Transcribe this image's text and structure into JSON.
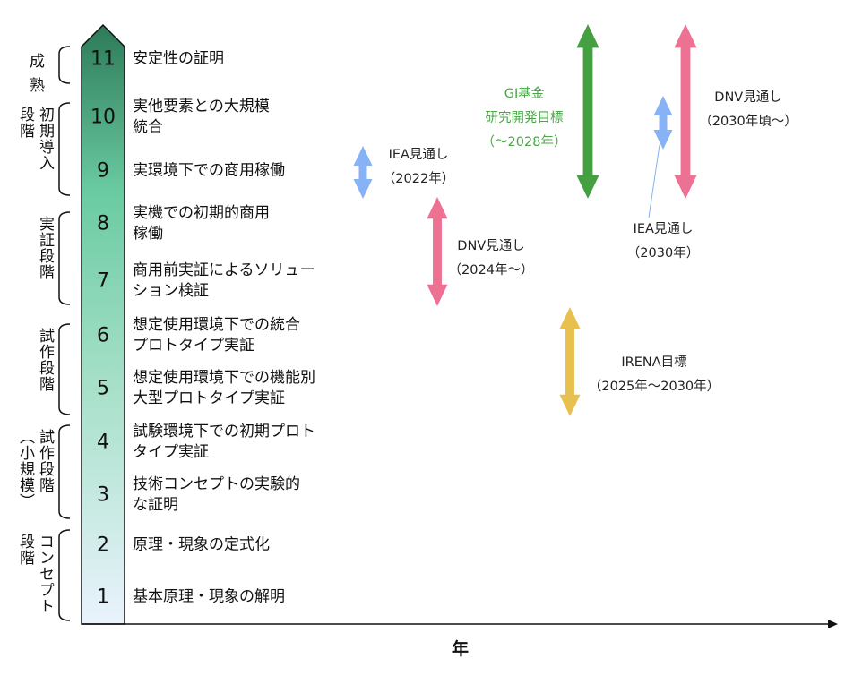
{
  "levels": [
    {
      "num": "11",
      "desc": "安定性の証明"
    },
    {
      "num": "10",
      "desc": "実他要素との大規模\n統合"
    },
    {
      "num": "9",
      "desc": "実環境下での商用稼働"
    },
    {
      "num": "8",
      "desc": "実機での初期的商用\n稼働"
    },
    {
      "num": "7",
      "desc": "商用前実証によるソリュー\nション検証"
    },
    {
      "num": "6",
      "desc": "想定使用環境下での統合\nプロトタイプ実証"
    },
    {
      "num": "5",
      "desc": "想定使用環境下での機能別\n大型プロトタイプ実証"
    },
    {
      "num": "4",
      "desc": "試験環境下での初期プロト\nタイプ実証"
    },
    {
      "num": "3",
      "desc": "技術コンセプトの実験的\nな証明"
    },
    {
      "num": "2",
      "desc": "原理・現象の定式化"
    },
    {
      "num": "1",
      "desc": "基本原理・現象の解明"
    }
  ],
  "stages": [
    {
      "cols": [
        "成",
        "熟"
      ]
    },
    {
      "cols": [
        "初期導入",
        "段階"
      ]
    },
    {
      "cols": [
        "実証段階"
      ]
    },
    {
      "cols": [
        "試作段階"
      ]
    },
    {
      "cols": [
        "試作段階",
        "（小規模）"
      ]
    },
    {
      "cols": [
        "コンセプト",
        "段階"
      ]
    }
  ],
  "annotations": [
    {
      "lines": [
        "IEA見通し",
        "（2022年）"
      ],
      "color": "#87b2f5",
      "text_color": "#222"
    },
    {
      "lines": [
        "DNV見通し",
        "（2024年～）"
      ],
      "color": "#ec7193",
      "text_color": "#222"
    },
    {
      "lines": [
        "GI基金",
        "研究開発目標",
        "（～2028年）"
      ],
      "color": "#44a040",
      "text_color": "#4aa547"
    },
    {
      "lines": [
        "DNV見通し",
        "（2030年頃～）"
      ],
      "color": "#ec7193",
      "text_color": "#222"
    },
    {
      "lines": [
        "IEA見通し",
        "（2030年）"
      ],
      "color": "#87b2f5",
      "text_color": "#222"
    },
    {
      "lines": [
        "IRENA目標",
        "（2025年～2030年）"
      ],
      "color": "#e8c050",
      "text_color": "#222"
    }
  ],
  "axis": {
    "x_label": "年"
  }
}
